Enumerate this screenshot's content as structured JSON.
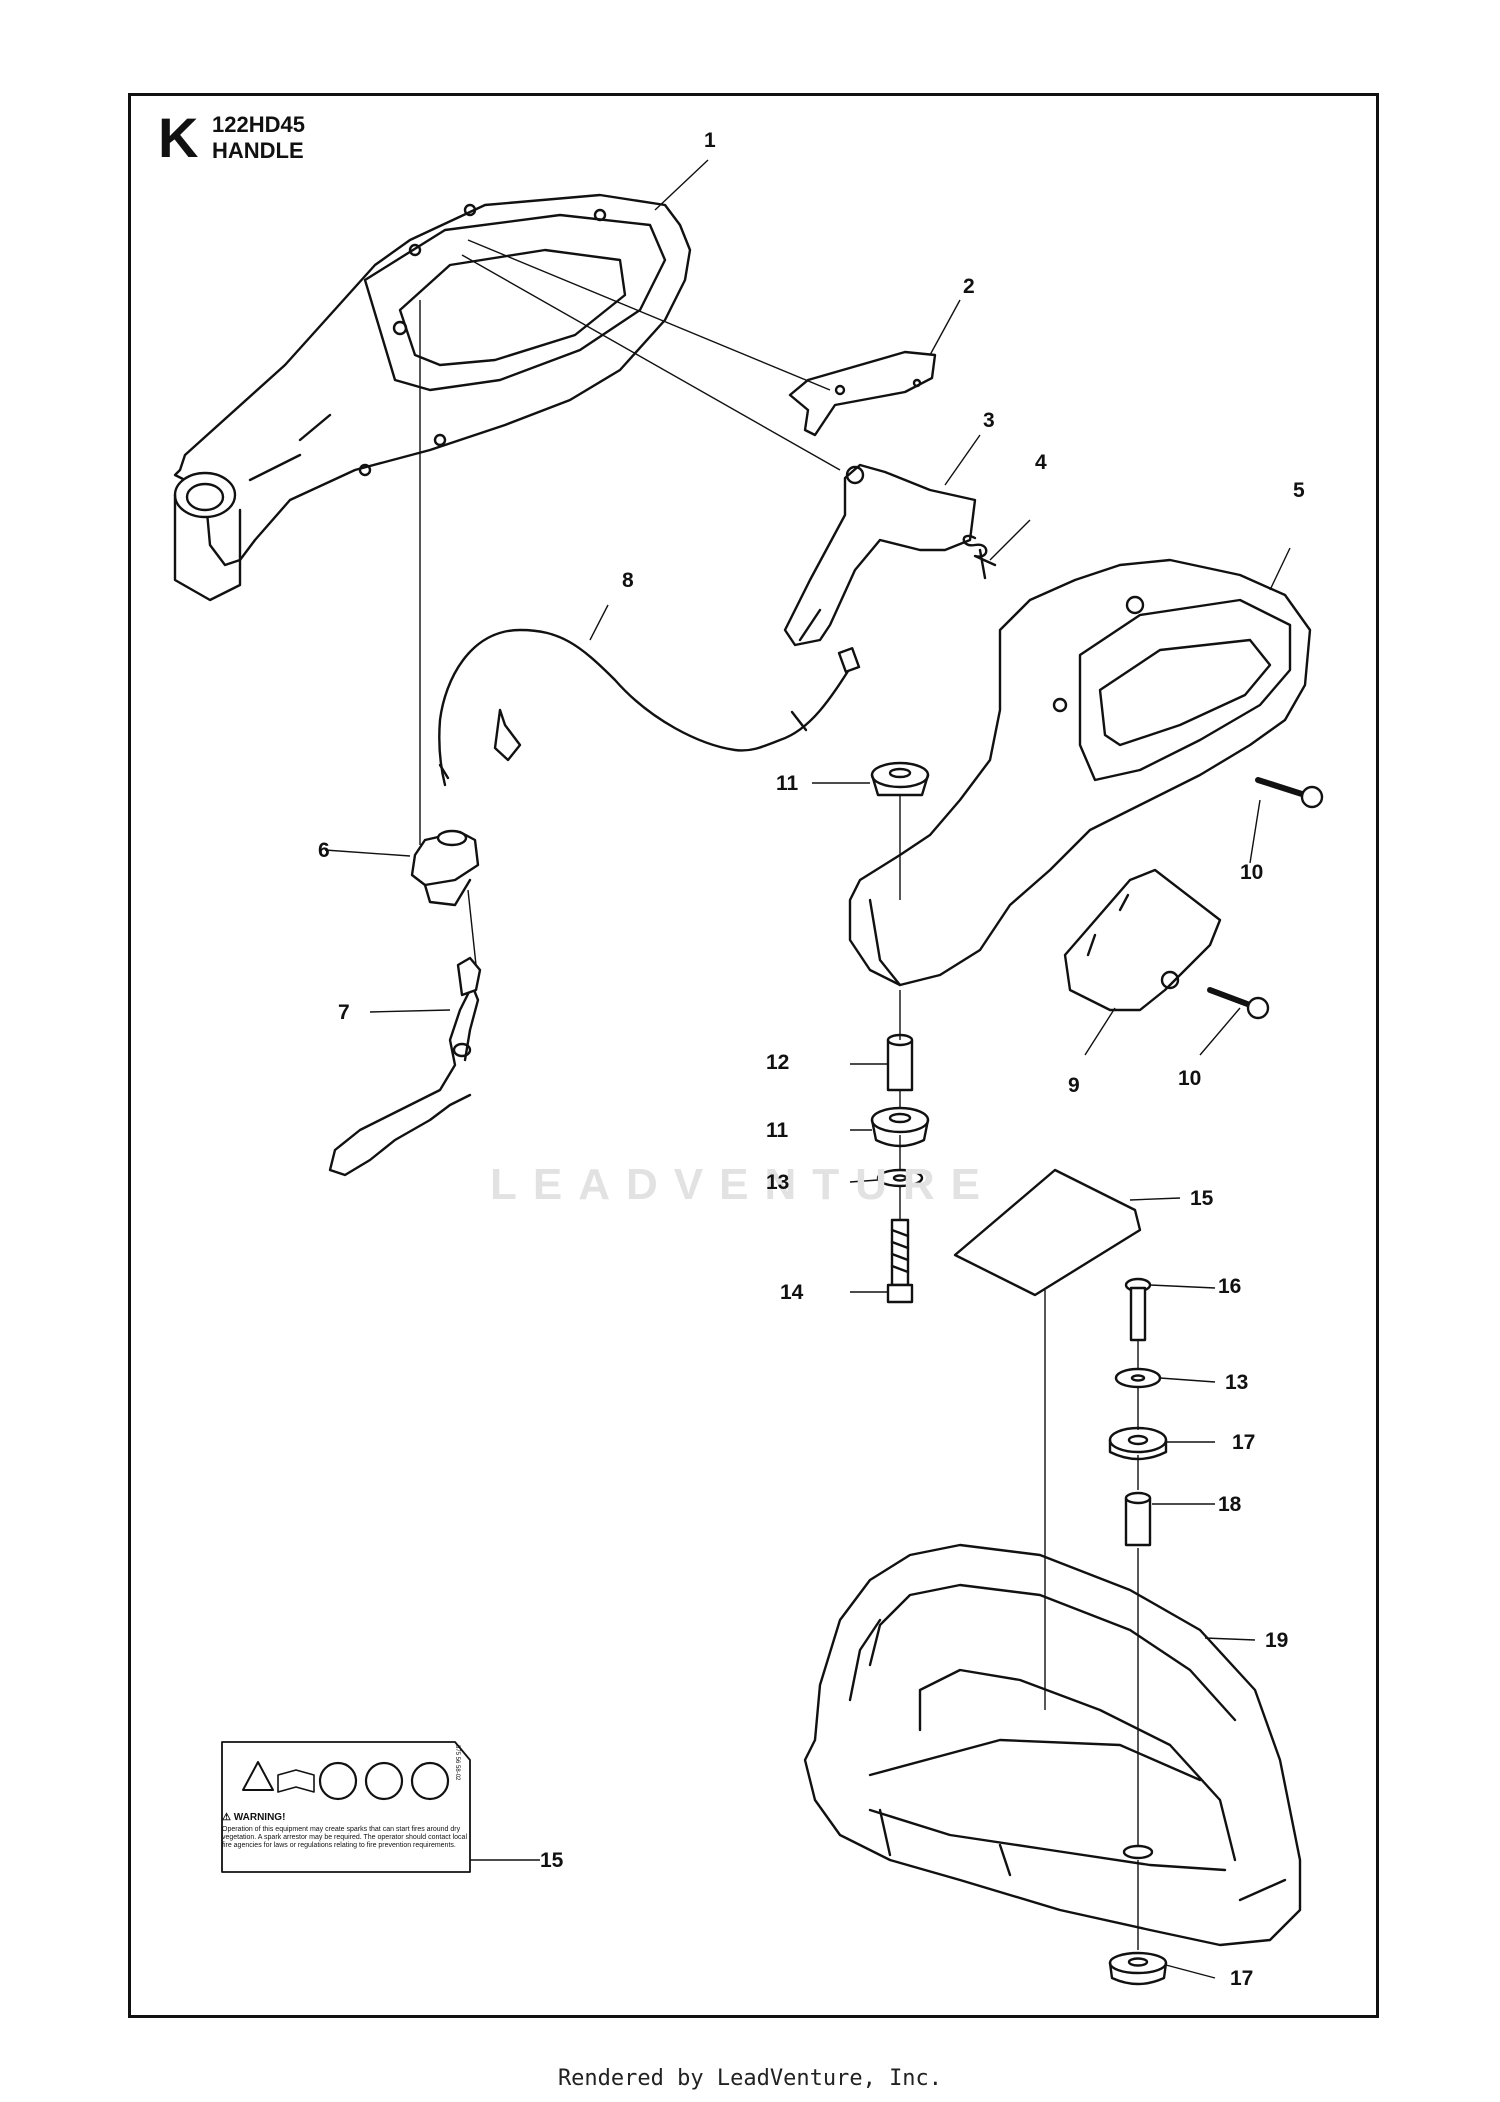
{
  "header": {
    "section_letter": "K",
    "model": "122HD45",
    "section_title": "HANDLE"
  },
  "callouts": [
    {
      "id": "c1",
      "label": "1"
    },
    {
      "id": "c2",
      "label": "2"
    },
    {
      "id": "c3",
      "label": "3"
    },
    {
      "id": "c4",
      "label": "4"
    },
    {
      "id": "c5",
      "label": "5"
    },
    {
      "id": "c6",
      "label": "6"
    },
    {
      "id": "c7",
      "label": "7"
    },
    {
      "id": "c8",
      "label": "8"
    },
    {
      "id": "c9",
      "label": "9"
    },
    {
      "id": "c10a",
      "label": "10"
    },
    {
      "id": "c10b",
      "label": "10"
    },
    {
      "id": "c11a",
      "label": "11"
    },
    {
      "id": "c11b",
      "label": "11"
    },
    {
      "id": "c12",
      "label": "12"
    },
    {
      "id": "c13a",
      "label": "13"
    },
    {
      "id": "c13b",
      "label": "13"
    },
    {
      "id": "c14",
      "label": "14"
    },
    {
      "id": "c15a",
      "label": "15"
    },
    {
      "id": "c15b",
      "label": "15"
    },
    {
      "id": "c16",
      "label": "16"
    },
    {
      "id": "c17a",
      "label": "17"
    },
    {
      "id": "c17b",
      "label": "17"
    },
    {
      "id": "c18",
      "label": "18"
    },
    {
      "id": "c19",
      "label": "19"
    }
  ],
  "decal": {
    "warning": "⚠ WARNING!",
    "text": "Operation of this equipment may create sparks that can start fires around dry vegetation. A spark arrestor may be required. The operator should contact local fire agencies for laws or regulations relating to fire prevention requirements.",
    "code": "575 56 58-02"
  },
  "watermark": "LEADVENTURE",
  "footer": "Rendered by LeadVenture, Inc."
}
